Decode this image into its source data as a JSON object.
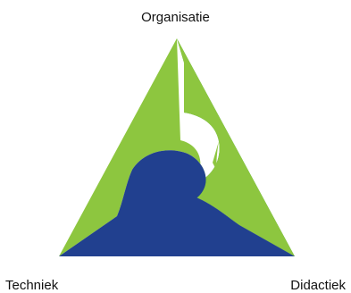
{
  "labels": {
    "top": "Organisatie",
    "bottom_left": "Techniek",
    "bottom_right": "Didactiek"
  },
  "colors": {
    "light_green": "#8dc63f",
    "dark_green": "#2e9a47",
    "navy_blue": "#21408f"
  }
}
